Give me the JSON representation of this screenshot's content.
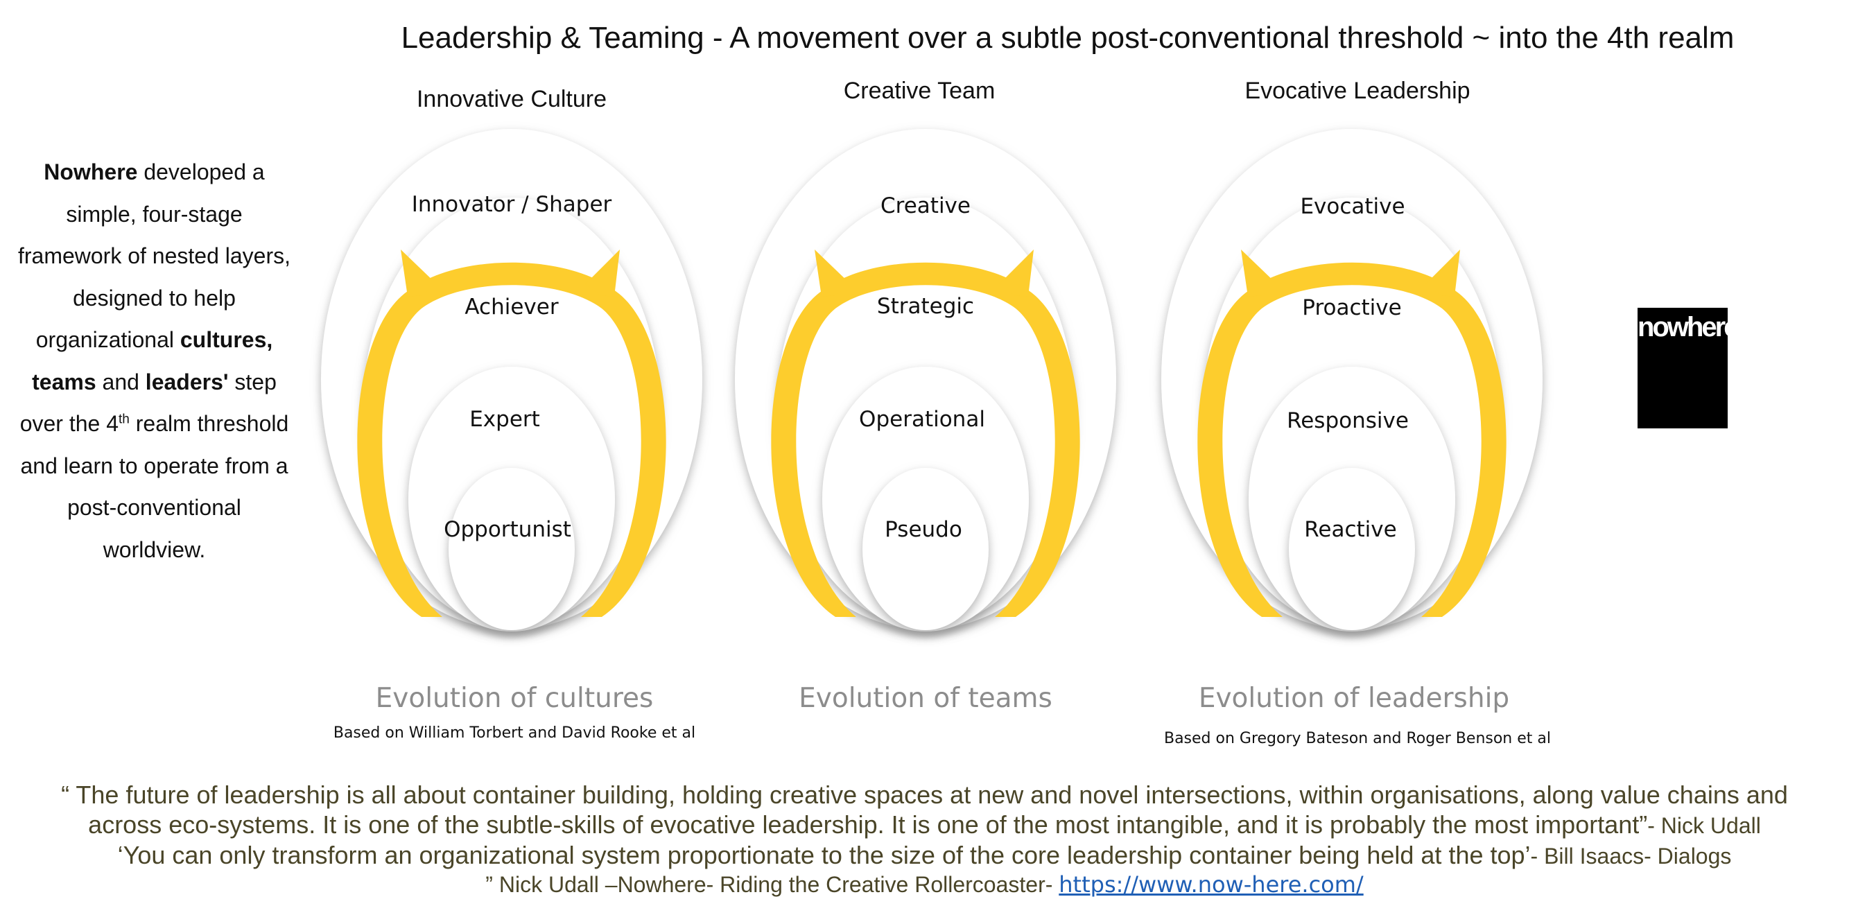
{
  "title": "Leadership & Teaming - A movement over a subtle post-conventional threshold ~ into the 4th realm",
  "intro": {
    "b1": "Nowhere",
    "t1": " developed a simple, four-stage framework of nested layers, designed to help organizational ",
    "b2": "cultures, teams",
    "t2": " and ",
    "b3": "leaders'",
    "t3": " step over the 4",
    "sup": "th",
    "t4": " realm threshold and learn to operate from a post-conventional worldview."
  },
  "columns": [
    {
      "heading": "Innovative Culture",
      "levels": [
        "Innovator / Shaper",
        "Achiever",
        "Expert",
        "Opportunist"
      ],
      "evolution": "Evolution of cultures",
      "based_on": "Based on William Torbert and David Rooke et al"
    },
    {
      "heading": "Creative Team",
      "levels": [
        "Creative",
        "Strategic",
        "Operational",
        "Pseudo"
      ],
      "evolution": "Evolution of teams",
      "based_on": ""
    },
    {
      "heading": "Evocative Leadership",
      "levels": [
        "Evocative",
        "Proactive",
        "Responsive",
        "Reactive"
      ],
      "evolution": "Evolution of leadership",
      "based_on": "Based on Gregory Bateson and Roger Benson et al"
    }
  ],
  "logo_text": "nowhere",
  "quote": {
    "line1": "“ The future of leadership is all about container building, holding creative spaces at new and novel intersections, within organisations, along value chains and",
    "line2a": "across eco-systems. It is one of the subtle-skills of evocative leadership. It is one of the most intangible, and it is probably the most important”",
    "line2b": "- Nick Udall",
    "line3a": "‘You can only transform an organizational system proportionate to the size of the core leadership container being held at the top’",
    "line3b": "- Bill Isaacs- Dialogs",
    "line4": "” Nick Udall –Nowhere- Riding the Creative Rollercoaster-  ",
    "link": "https://www.now-here.com/"
  },
  "colors": {
    "arrow": "#fdcd2d",
    "ring_fill": "#ffffff",
    "ring_shadow": "#c8c8c8",
    "evolution_text": "#8c8c8c",
    "quote_text": "#4a4528",
    "link": "#1f5fb5"
  }
}
